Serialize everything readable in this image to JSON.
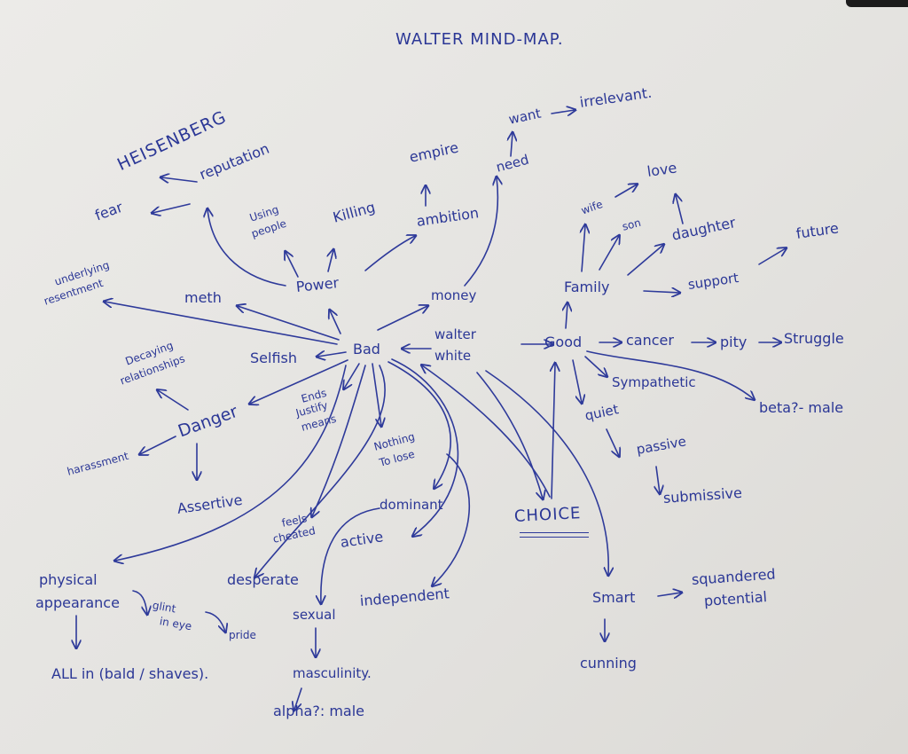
{
  "title": "WALTER MIND-MAP.",
  "center": [
    "walter",
    "white"
  ],
  "words": {
    "heisenberg": "HEISENBERG",
    "reputation": "reputation",
    "fear": "fear",
    "using_people": [
      "Using",
      "people"
    ],
    "killing": "Killing",
    "empire": "empire",
    "ambition": "ambition",
    "need": "need",
    "want": "want",
    "irrelevant": "irrelevant.",
    "underlying_resentment": [
      "underlying",
      "resentment"
    ],
    "meth": "meth",
    "power": "Power",
    "money": "money",
    "selfish": "Selfish",
    "decaying_relationships": [
      "Decaying",
      "relationships"
    ],
    "bad": "Bad",
    "danger": "Danger",
    "harassment": "harassment",
    "assertive": "Assertive",
    "ends_justify_means": [
      "Ends",
      "Justify",
      "means"
    ],
    "nothing_to_lose": [
      "Nothing",
      "To lose"
    ],
    "dominant": "dominant",
    "active": "active",
    "feels_cheated": [
      "feels",
      "cheated"
    ],
    "desperate": "desperate",
    "physical_appearance": [
      "physical",
      "appearance"
    ],
    "glint_in_eye": [
      "glint",
      "in eye"
    ],
    "pride": "pride",
    "all_in": "ALL in (bald / shaves).",
    "sexual": "sexual",
    "masculinity": "masculinity.",
    "alpha_male": "alpha?: male",
    "independent": "independent",
    "choice": "CHOICE",
    "good": "Good",
    "cancer": "cancer",
    "pity": "pity",
    "struggle": "Struggle",
    "sympathetic": "Sympathetic",
    "beta_male": "beta?- male",
    "quiet": "quiet",
    "passive": "passive",
    "submissive": "submissive",
    "family": "Family",
    "wife": "wife",
    "son": "son",
    "daughter": "daughter",
    "love": "love",
    "support": "support",
    "future": "future",
    "smart": "Smart",
    "squandered_potential": [
      "squandered",
      "potential"
    ],
    "cunning": "cunning"
  }
}
